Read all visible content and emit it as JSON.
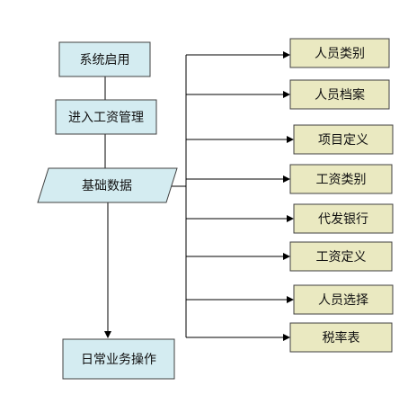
{
  "flow": {
    "start": "系统启用",
    "enter_payroll": "进入工资管理",
    "basic_data": "基础数据",
    "daily_ops": "日常业务操作"
  },
  "branches": [
    "人员类别",
    "人员档案",
    "项目定义",
    "工资类别",
    "代发银行",
    "工资定义",
    "人员选择",
    "税率表"
  ]
}
